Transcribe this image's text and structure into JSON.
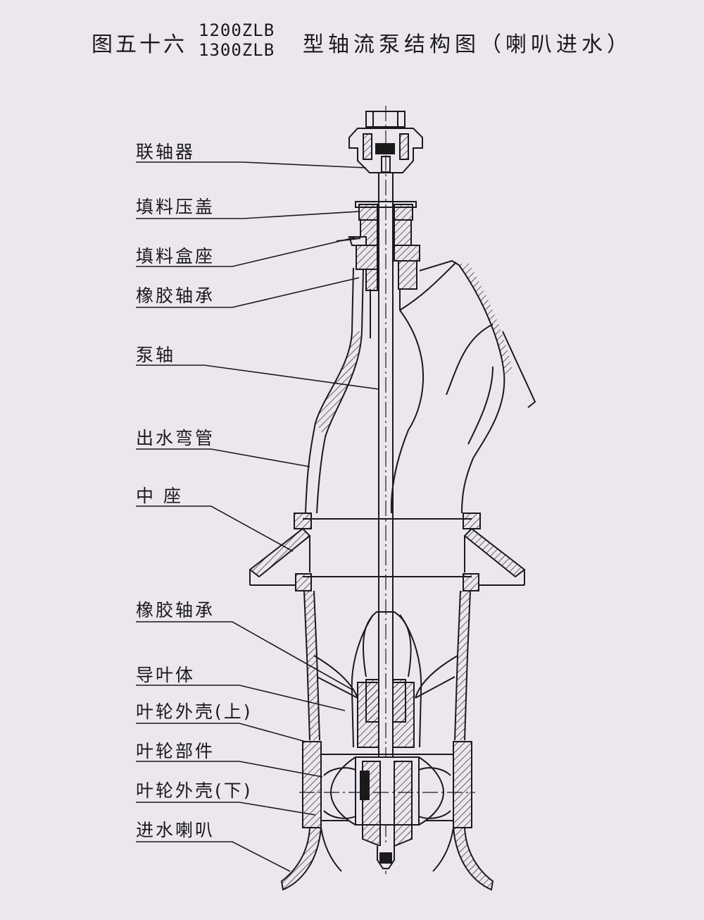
{
  "title": {
    "prefix": "图五十六",
    "model_line1": "1200ZLB",
    "model_line2": "1300ZLB",
    "suffix": "型轴流泵结构图（喇叭进水）"
  },
  "labels": [
    {
      "id": "coupling",
      "text": "联轴器"
    },
    {
      "id": "gland",
      "text": "填料压盖"
    },
    {
      "id": "stuffing-box",
      "text": "填料盒座"
    },
    {
      "id": "rubber-bearing-top",
      "text": "橡胶轴承"
    },
    {
      "id": "pump-shaft",
      "text": "泵轴"
    },
    {
      "id": "outlet-elbow",
      "text": "出水弯管"
    },
    {
      "id": "middle-seat",
      "text": "中 座"
    },
    {
      "id": "rubber-bearing-bottom",
      "text": "橡胶轴承"
    },
    {
      "id": "guide-vane-body",
      "text": "导叶体"
    },
    {
      "id": "impeller-casing-upper",
      "text": "叶轮外壳(上)"
    },
    {
      "id": "impeller-assembly",
      "text": "叶轮部件"
    },
    {
      "id": "impeller-casing-lower",
      "text": "叶轮外壳(下)"
    },
    {
      "id": "inlet-bell",
      "text": "进水喇叭"
    }
  ],
  "colors": {
    "paper": "#ece7ef",
    "ink": "#1a1a1a"
  }
}
